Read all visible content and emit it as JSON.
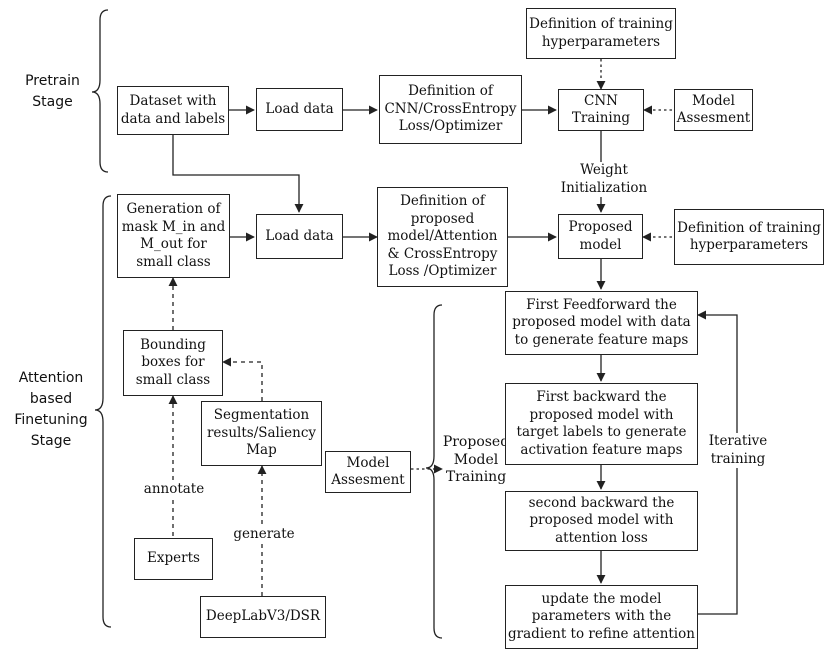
{
  "stages": {
    "pretrain": "Pretrain\nStage",
    "finetune": "Attention\nbased\nFinetuning\nStage",
    "proposed_training": "Proposed\nModel\nTraining"
  },
  "boxes": {
    "def_train_top": "Definition of training\nhyperparameters",
    "dataset": "Dataset with\ndata and labels",
    "load_top": "Load data",
    "def_cnn": "Definition of\nCNN/CrossEntropy\nLoss/Optimizer",
    "cnn_training": "CNN\nTraining",
    "model_assess_top": "Model\nAssesment",
    "gen_mask": "Generation of\nmask M_in and\nM_out for\nsmall class",
    "load_mid": "Load data",
    "def_proposed": "Definition of\nproposed\nmodel/Attention\n& CrossEntropy\nLoss /Optimizer",
    "proposed_model": "Proposed\nmodel",
    "def_train_right": "Definition of training\nhyperparameters",
    "bounding": "Bounding\nboxes for\nsmall class",
    "segmentation": "Segmentation\nresults/Saliency\nMap",
    "model_assess_bottom": "Model\nAssesment",
    "experts": "Experts",
    "deeplab": "DeepLabV3/DSR",
    "first_ff": "First Feedforward the\nproposed model with data\nto generate feature maps",
    "first_back": "First backward the\nproposed model with\ntarget labels to generate\nactivation feature maps",
    "second_back": "second backward the\nproposed model with\nattention loss",
    "update": "update the model\nparameters with the\ngradient to refine attention"
  },
  "edge_labels": {
    "weight_init": "Weight Initialization",
    "annotate": "annotate",
    "generate": "generate",
    "iterative": "Iterative\ntraining"
  }
}
